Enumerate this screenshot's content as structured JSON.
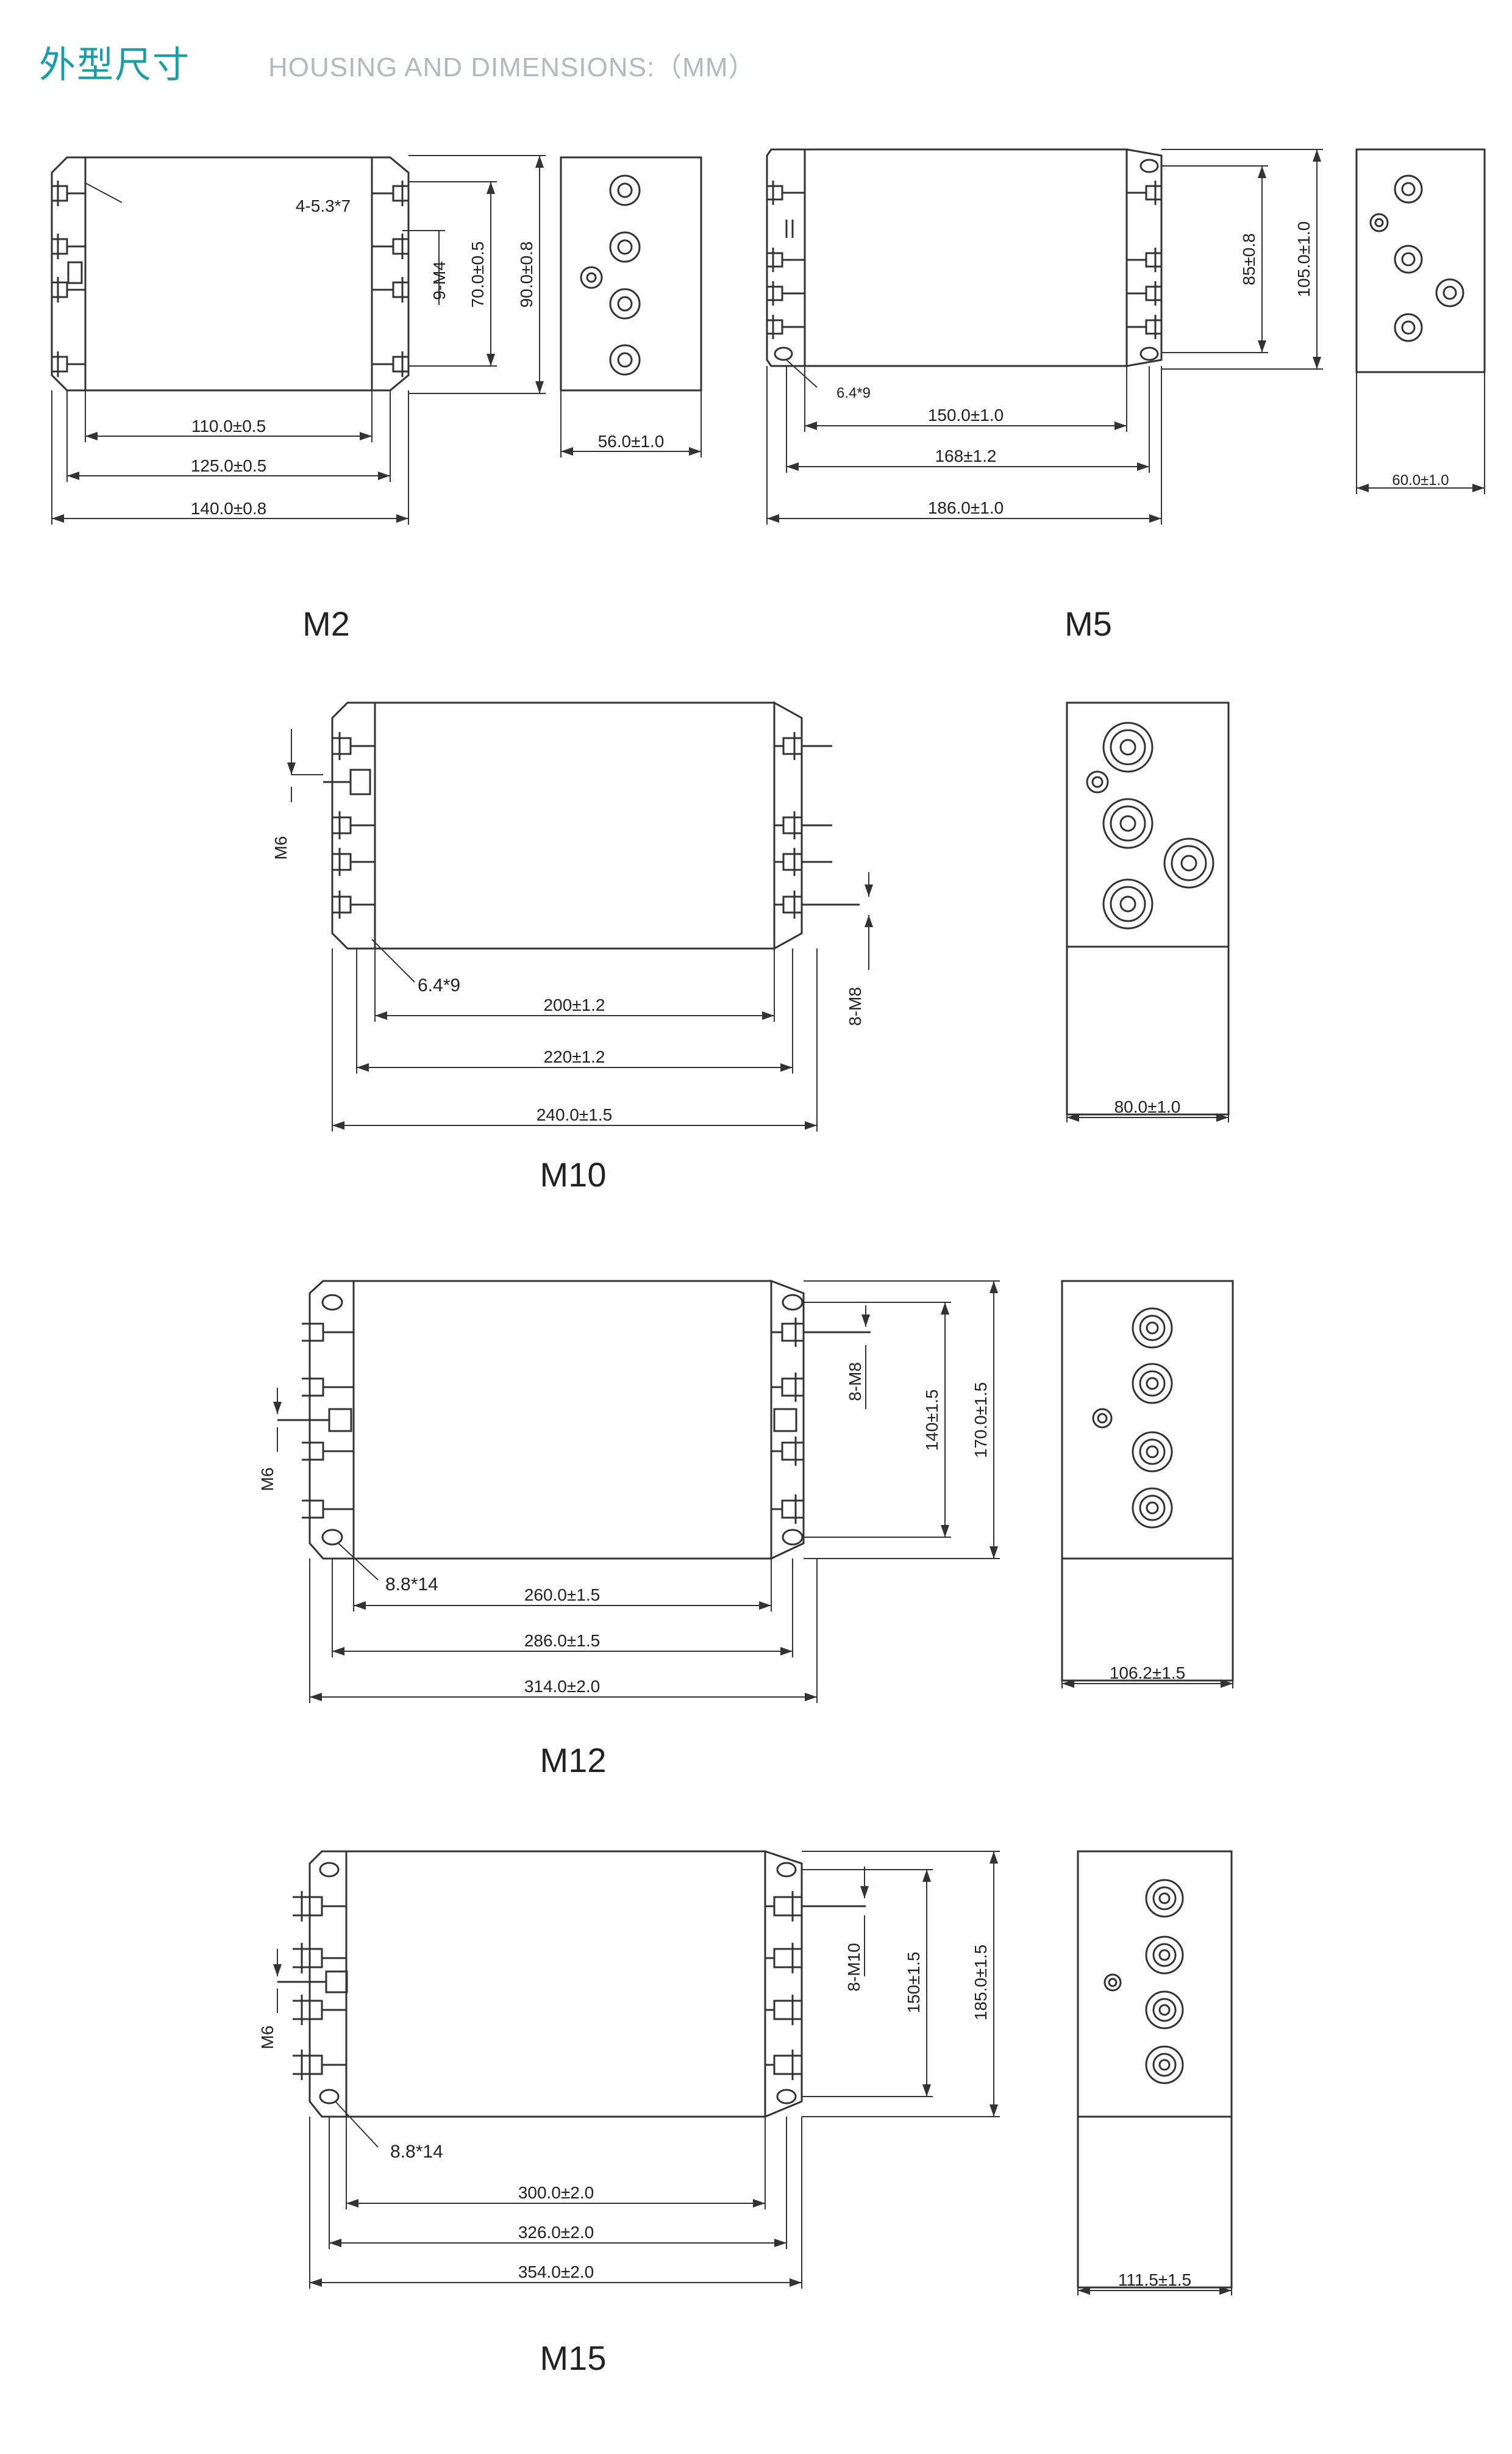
{
  "header": {
    "title_cn": "外型尺寸",
    "title_en": "HOUSING AND DIMENSIONS:（MM）"
  },
  "colors": {
    "accent": "#1a9ea6",
    "subtitle": "#b5b9bf",
    "line": "#333333"
  },
  "models": {
    "m2": {
      "label": "M2",
      "holes": "4-5.3*7",
      "terminals": "9-M4",
      "width_inner": "110.0±0.5",
      "width_mid": "125.0±0.5",
      "width_outer": "140.0±0.8",
      "height_inner": "70.0±0.5",
      "height_outer": "90.0±0.8",
      "depth": "56.0±1.0"
    },
    "m5": {
      "label": "M5",
      "holes": "6.4*9",
      "width_inner": "150.0±1.0",
      "width_mid": "168±1.2",
      "width_outer": "186.0±1.0",
      "height_inner": "85±0.8",
      "height_outer": "105.0±1.0",
      "depth": "60.0±1.0"
    },
    "m10": {
      "label": "M10",
      "holes": "6.4*9",
      "ground": "M6",
      "terminals": "8-M8",
      "width_inner": "200±1.2",
      "width_mid": "220±1.2",
      "width_outer": "240.0±1.5",
      "depth": "80.0±1.0"
    },
    "m12": {
      "label": "M12",
      "holes": "8.8*14",
      "ground": "M6",
      "terminals": "8-M8",
      "width_inner": "260.0±1.5",
      "width_mid": "286.0±1.5",
      "width_outer": "314.0±2.0",
      "height_inner": "140±1.5",
      "height_outer": "170.0±1.5",
      "depth": "106.2±1.5"
    },
    "m15": {
      "label": "M15",
      "holes": "8.8*14",
      "ground": "M6",
      "terminals": "8-M10",
      "width_inner": "300.0±2.0",
      "width_mid": "326.0±2.0",
      "width_outer": "354.0±2.0",
      "height_inner": "150±1.5",
      "height_outer": "185.0±1.5",
      "depth": "111.5±1.5"
    }
  }
}
